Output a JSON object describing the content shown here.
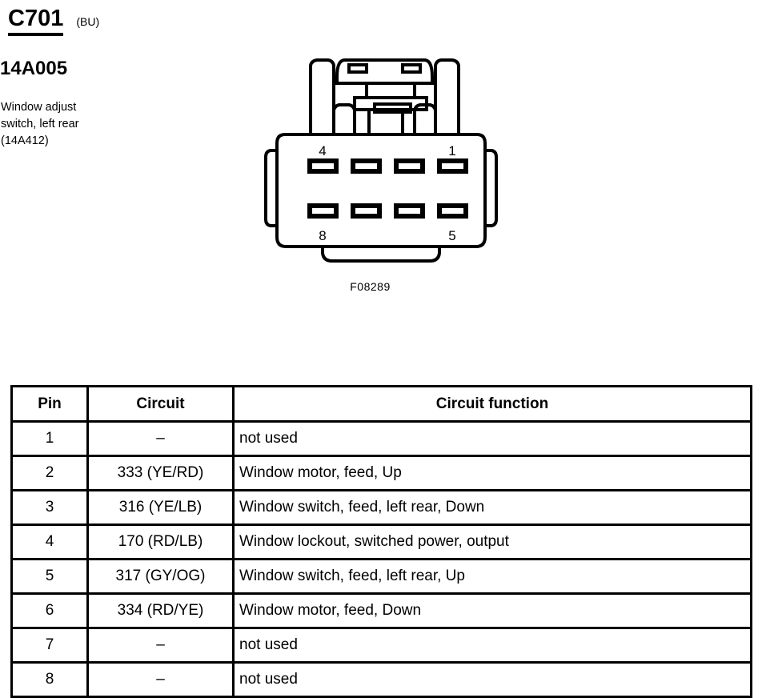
{
  "header": {
    "connector_id": "C701",
    "color_code": "(BU)",
    "part_number": "14A005",
    "description_lines": [
      "Window adjust",
      "switch, left rear",
      "(14A412)"
    ]
  },
  "figure": {
    "caption": "F08289",
    "pin_labels": {
      "top_left": "4",
      "top_right": "1",
      "bottom_left": "8",
      "bottom_right": "5"
    },
    "cavity_count": 8,
    "rows": 2,
    "columns": 4
  },
  "table": {
    "columns": [
      "Pin",
      "Circuit",
      "Circuit function"
    ],
    "rows": [
      {
        "pin": "1",
        "circuit": "–",
        "function": "not used"
      },
      {
        "pin": "2",
        "circuit": "333 (YE/RD)",
        "function": "Window motor, feed, Up"
      },
      {
        "pin": "3",
        "circuit": "316 (YE/LB)",
        "function": "Window switch, feed, left rear, Down"
      },
      {
        "pin": "4",
        "circuit": "170 (RD/LB)",
        "function": "Window lockout, switched power, output"
      },
      {
        "pin": "5",
        "circuit": "317 (GY/OG)",
        "function": "Window switch, feed, left rear, Up"
      },
      {
        "pin": "6",
        "circuit": "334 (RD/YE)",
        "function": "Window motor, feed, Down"
      },
      {
        "pin": "7",
        "circuit": "–",
        "function": "not used"
      },
      {
        "pin": "8",
        "circuit": "–",
        "function": "not used"
      }
    ]
  },
  "colors": {
    "ink": "#000000",
    "paper": "#ffffff"
  }
}
